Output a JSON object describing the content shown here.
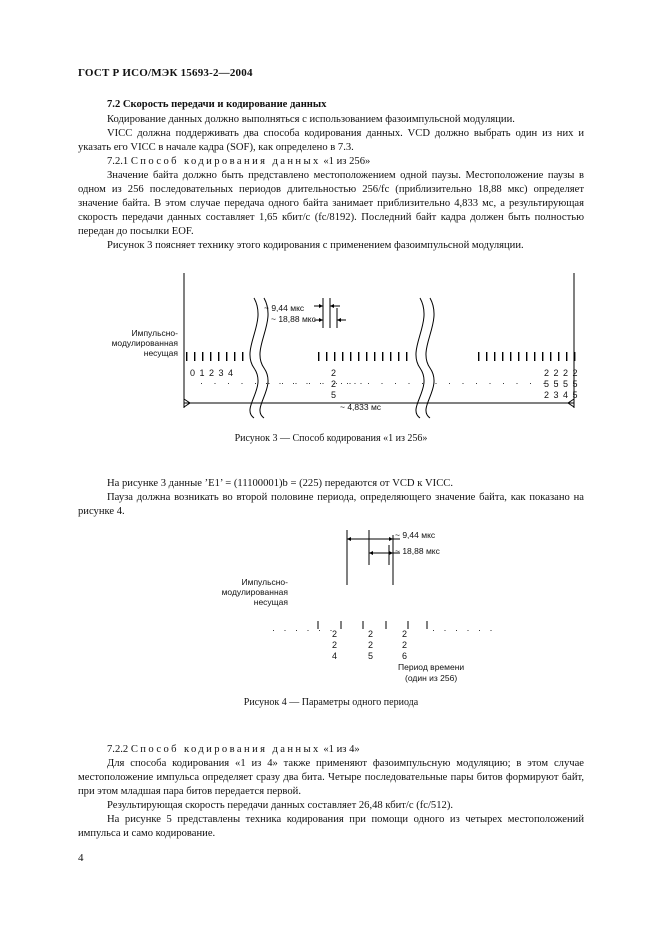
{
  "header": "ГОСТ Р ИСО/МЭК 15693-2—2004",
  "section_7_2": {
    "title": "7.2 Скорость передачи и кодирование данных",
    "para1": "Кодирование данных должно выполняться с использованием фазоимпульсной модуляции.",
    "para2": "VICC должна поддерживать два способа кодирования данных. VCD должно выбрать один из них и указать его VICC в начале кадра (SOF), как определено в 7.3."
  },
  "section_7_2_1": {
    "number": "7.2.1",
    "title_spaced": "Способ кодирования данных",
    "title_tail": "«1 из 256»",
    "para": "Значение байта должно быть представлено местоположением одной паузы. Местоположение паузы в одном из 256 последовательных периодов длительностью 256/fc (приблизительно 18,88 мкс) определяет значение байта. В этом случае передача одного байта занимает приблизительно 4,833 мс, а результирующая скорость передачи данных составляет 1,65 кбит/с (fc/8192). Последний байт кадра должен быть полностью передан до посылки EOF.",
    "para_fig": "Рисунок 3 поясняет технику этого кодирования с применением фазоимпульсной модуляции."
  },
  "figure3": {
    "label_line1": "Импульсно-",
    "label_line2": "модулированная",
    "label_line3": "несущая",
    "dim_pause": "~ 9,44 мкс",
    "dim_period": "~ 18,88 мкс",
    "dim_total": "~ 4,833 мс",
    "seq_start": "0 1 2 3 4",
    "mid_col": [
      "2",
      "2",
      "5"
    ],
    "end_cols": [
      "2 2 2 2",
      "5 5 5 5",
      "2 3 4 5"
    ],
    "caption": "Рисунок 3 — Способ кодирования «1 из 256»"
  },
  "after_fig3": {
    "para1": "На рисунке 3 данные ’E1’ = (11100001)b = (225) передаются от VCD к VICC.",
    "para2": "Пауза должна возникать во второй половине периода, определяющего значение байта, как показано на рисунке 4."
  },
  "figure4": {
    "label_line1": "Импульсно-",
    "label_line2": "модулированная",
    "label_line3": "несущая",
    "dim_pause": "~ 9,44 мкс",
    "dim_period": "~ 18,88 мкс",
    "cols": [
      [
        "2",
        "2",
        "4"
      ],
      [
        "2",
        "2",
        "5"
      ],
      [
        "2",
        "2",
        "6"
      ]
    ],
    "period_label1": "Период времени",
    "period_label2": "(один из 256)",
    "caption": "Рисунок 4 — Параметры одного периода"
  },
  "section_7_2_2": {
    "number": "7.2.2",
    "title_spaced": "Способ кодирования данных",
    "title_tail": "«1 из 4»",
    "para1": "Для способа кодирования «1 из 4» также применяют фазоимпульсную модуляцию; в этом случае местоположение импульса определяет сразу два бита. Четыре последовательные пары битов формируют байт, при этом младшая пара битов передается первой.",
    "para2": "Результирующая скорость передачи данных составляет 26,48 кбит/с (fc/512).",
    "para3": "На рисунке 5 представлены техника кодирования при помощи одного из четырех местоположений импульса и само кодирование."
  },
  "page_number": "4"
}
